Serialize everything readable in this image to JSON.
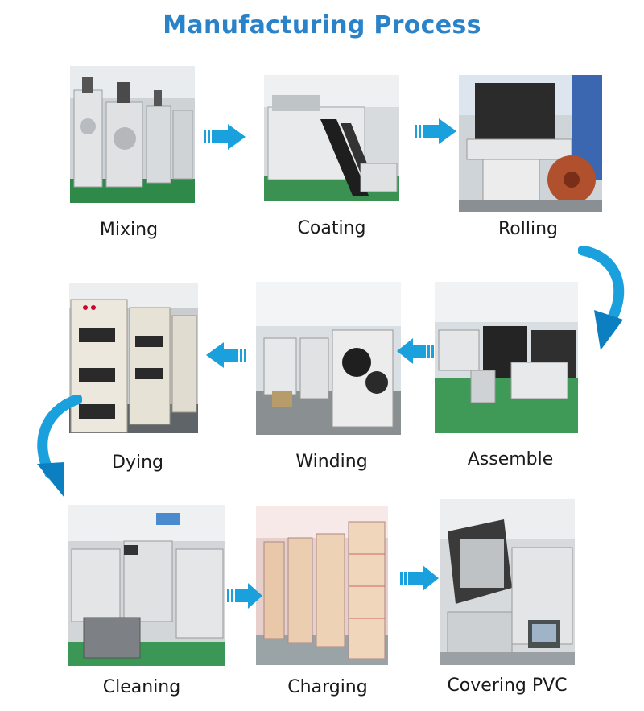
{
  "title": "Manufacturing Process",
  "colors": {
    "title": "#2a82c8",
    "arrow": "#1aa0dc",
    "arrow_dark": "#0c7fc0"
  },
  "steps": [
    {
      "label": "Mixing",
      "image": "mixing-machines-photo"
    },
    {
      "label": "Coating",
      "image": "coating-machine-photo"
    },
    {
      "label": "Rolling",
      "image": "rolling-machine-photo"
    },
    {
      "label": "Assemble",
      "image": "assembly-line-photo"
    },
    {
      "label": "Winding",
      "image": "winding-machines-photo"
    },
    {
      "label": "Dying",
      "image": "drying-ovens-photo"
    },
    {
      "label": "Cleaning",
      "image": "cleaning-line-photo"
    },
    {
      "label": "Charging",
      "image": "charging-racks-photo"
    },
    {
      "label": "Covering PVC",
      "image": "pvc-covering-machine-photo"
    }
  ]
}
